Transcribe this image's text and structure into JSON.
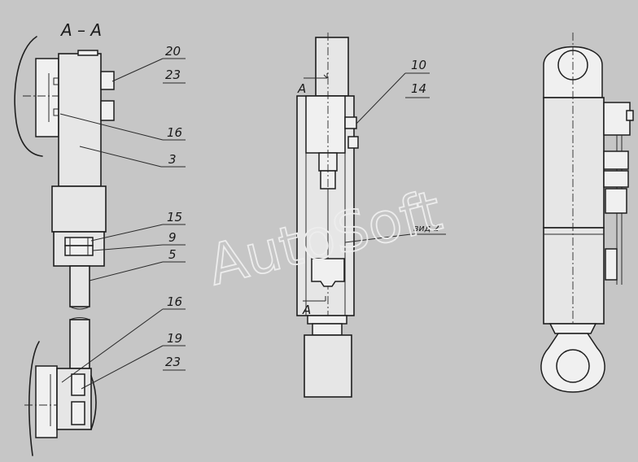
{
  "section_title": "A – A",
  "watermark": "AutoSoft",
  "callouts": {
    "c20": "20",
    "c23a": "23",
    "c16a": "16",
    "c3": "3",
    "c15": "15",
    "c9": "9",
    "c5": "5",
    "c16b": "16",
    "c19": "19",
    "c23b": "23",
    "c10": "10",
    "c14": "14",
    "note": "вид 2"
  },
  "section_marks": {
    "upper": "A",
    "lower": "A"
  }
}
